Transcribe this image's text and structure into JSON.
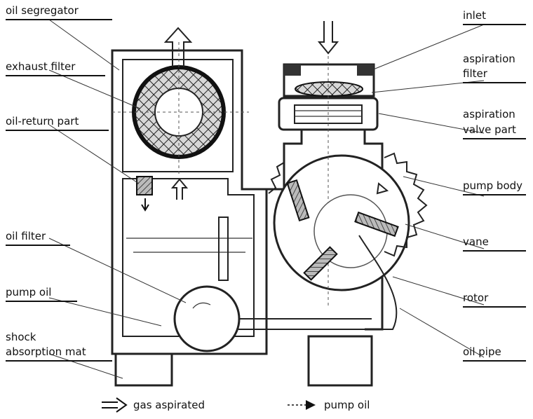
{
  "labels": {
    "oil_segregator": "oil segregator",
    "exhaust_filter": "exhaust filter",
    "oil_return_part": "oil-return part",
    "oil_filter": "oil filter",
    "pump_oil": "pump oil",
    "shock_line1": "shock",
    "shock_line2": "absorption mat",
    "inlet": "inlet",
    "aspiration_filter_line1": "aspiration",
    "aspiration_filter_line2": "filter",
    "aspiration_valve_line1": "aspiration",
    "aspiration_valve_line2": "valve part",
    "pump_body": "pump body",
    "vane": "vane",
    "rotor": "rotor",
    "oil_pipe": "oil pipe"
  },
  "legend": {
    "gas_aspirated": "gas aspirated",
    "pump_oil": "pump oil"
  },
  "colors": {
    "ink": "#222222",
    "background": "#ffffff"
  }
}
